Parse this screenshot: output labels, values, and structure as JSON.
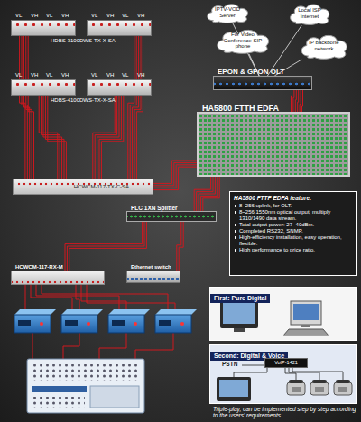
{
  "diagram": {
    "caption": "Triple-play, can be implemented step by step according to the users' requirements",
    "nodes": [
      {
        "text": [
          "IPTV-VOD Server"
        ]
      },
      {
        "text": [
          "Local ISP Internet"
        ]
      },
      {
        "text": [
          "For Video Conference SIP phone"
        ]
      },
      {
        "text": [
          "IP backbone network"
        ]
      },
      {
        "text": [
          "VL",
          "VH",
          "VL",
          "VH"
        ]
      },
      {
        "text": [
          "VL",
          "VH",
          "VL",
          "VH"
        ]
      },
      {
        "text": [
          "EPON & GPON OLT"
        ]
      },
      {
        "text": [
          "VL",
          "VH",
          "VL",
          "VH"
        ]
      },
      {
        "text": [
          "VL",
          "VH",
          "VL",
          "VH"
        ]
      },
      {
        "text": [
          "HA5800 FTTH EDFA"
        ]
      },
      {
        "text": [
          "HCWCM-117-TX-C-SA"
        ]
      },
      {
        "text": [
          "HA5800 FTTP EDFA feature:",
          "8~256 uplink, for OLT.",
          "8~256 1550nm optical output, multiply 1310/1490 data stream.",
          "Total output power: 27~40dBm.",
          "Completed RS232, SNMP.",
          "High-efficiency installation, easy operation, flexible.",
          "High performance to price ratio."
        ]
      },
      {
        "text": [
          "PLC 1XN Splitter"
        ]
      },
      {
        "text": [
          "HCWCM-117-RX-M"
        ]
      },
      {
        "text": [
          "Ethernet switch"
        ]
      },
      {
        "text": [
          "First: Pure Digital"
        ]
      },
      {
        "text": [
          "Second: Digital & Voice"
        ]
      },
      {
        "text": [
          "VoIP-1421"
        ],
        "in": 16
      }
    ],
    "edges": [
      {
        "from": 0,
        "to": 6,
        "arrow": "none"
      },
      {
        "from": 1,
        "to": 6,
        "arrow": "none"
      },
      {
        "from": 2,
        "to": 6,
        "arrow": "none"
      },
      {
        "from": 3,
        "to": 6,
        "arrow": "none"
      },
      {
        "from": 4,
        "to": 10,
        "arrow": "none"
      },
      {
        "from": 5,
        "to": 10,
        "arrow": "none"
      },
      {
        "from": 7,
        "to": 10,
        "arrow": "none"
      },
      {
        "from": 8,
        "to": 10,
        "arrow": "none"
      },
      {
        "from": 6,
        "to": 9,
        "arrow": "none"
      },
      {
        "from": 10,
        "to": 9,
        "arrow": "none"
      },
      {
        "from": 9,
        "to": 12,
        "arrow": "none"
      },
      {
        "from": 12,
        "to": 13,
        "arrow": "none"
      },
      {
        "from": 12,
        "to": 14,
        "arrow": "none"
      }
    ],
    "labels": [
      "HDBS-3100DWS-TX-X-SA",
      "HDBS-4100DWS-TX-X-SA",
      "PSTN"
    ]
  }
}
